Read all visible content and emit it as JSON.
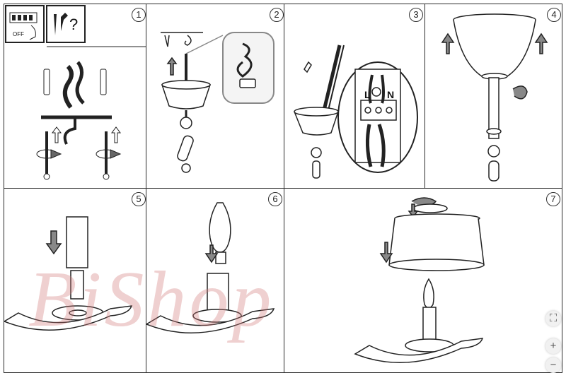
{
  "steps": [
    {
      "number": "1"
    },
    {
      "number": "2"
    },
    {
      "number": "3"
    },
    {
      "number": "4"
    },
    {
      "number": "5"
    },
    {
      "number": "6"
    },
    {
      "number": "7"
    }
  ],
  "step1": {
    "breaker_label": "OFF",
    "tools_label": "?"
  },
  "step3": {
    "terminal_labels": [
      "L",
      "N"
    ]
  },
  "watermark": {
    "text": "BiShop"
  },
  "zoom_controls": {
    "fit": "⛶",
    "zoom_in": "+",
    "zoom_out": "−"
  }
}
